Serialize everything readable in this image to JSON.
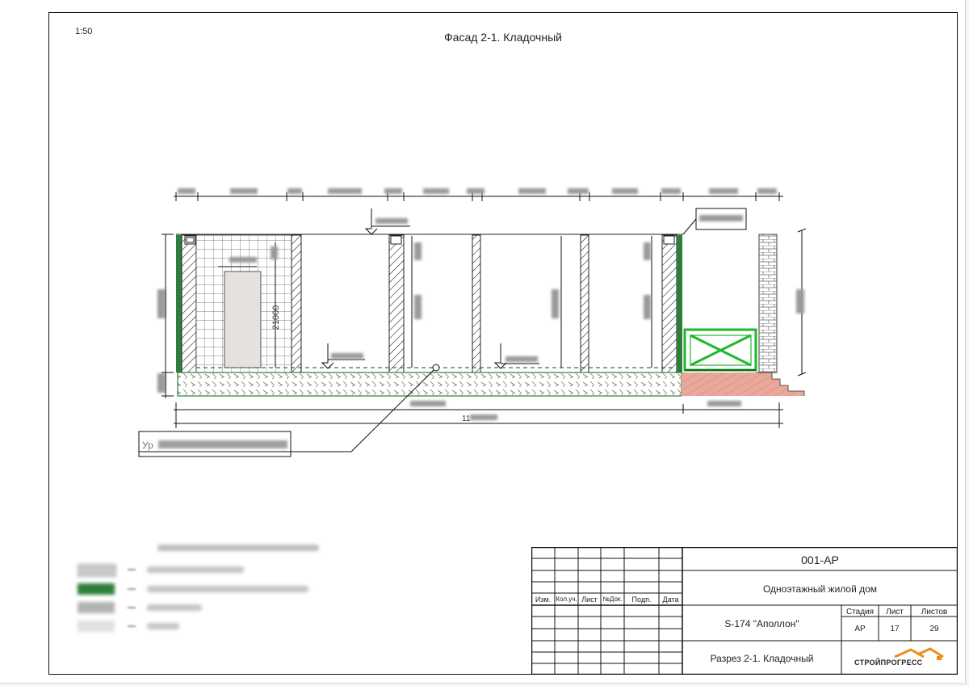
{
  "drawing": {
    "scale": "1:50",
    "title": "Фасад 2-1. Кладочный",
    "label_21000": "21000",
    "level_label": "Ур",
    "dim_total_label": "11"
  },
  "stamp": {
    "code": "001-АР",
    "project_name": "Одноэтажный жилой дом",
    "columns": [
      "Изм.",
      "Кол.уч.",
      "Лист",
      "№Док.",
      "Подп.",
      "Дата"
    ],
    "series": "S-174 \"Аполлон\"",
    "stage_header": "Стадия",
    "sheet_header": "Лист",
    "sheets_header": "Листов",
    "stage": "АР",
    "sheet": "17",
    "sheets": "29",
    "sheet_title": "Разрез 2-1. Кладочный",
    "logo_text": "СТРОЙПРОГРЕСС"
  },
  "colors": {
    "wall_green": "#2e7d3a",
    "rail_green": "#1fb82c",
    "tile_floor": "#e9a89a",
    "door_fill": "#e7e1dd",
    "logo_orange": "#f08c1e"
  }
}
